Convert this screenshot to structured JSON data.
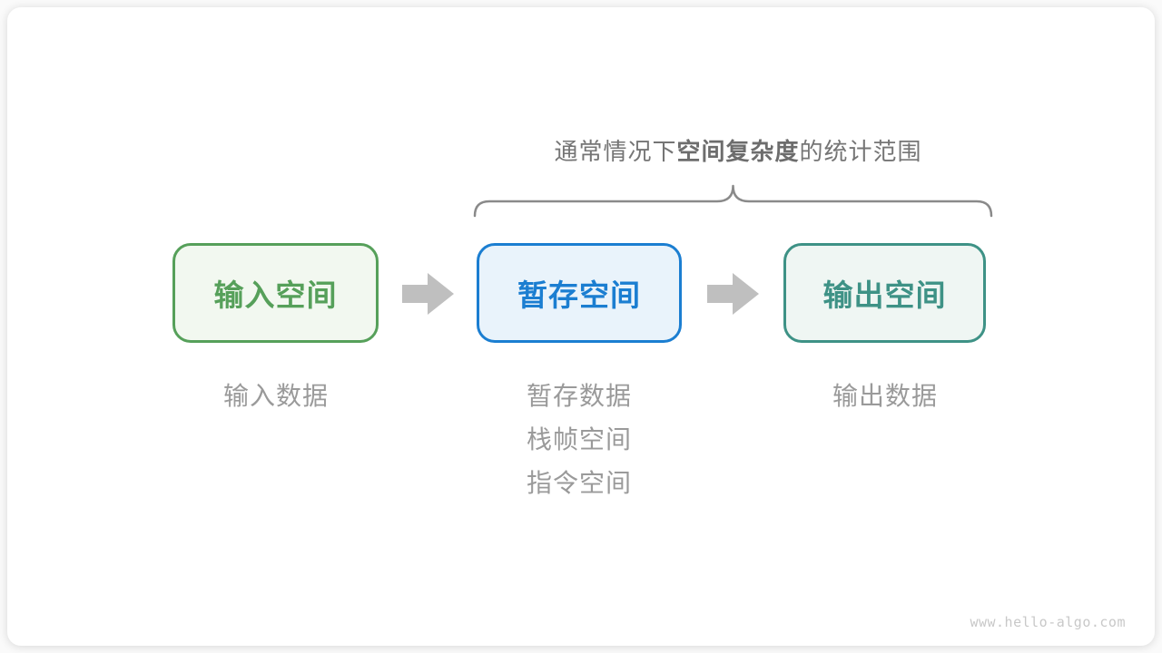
{
  "diagram": {
    "title": {
      "prefix": "通常情况下",
      "bold": "空间复杂度",
      "suffix": "的统计范围"
    },
    "boxes": {
      "input": {
        "label": "输入空间",
        "border_color": "#56a05a",
        "bg_color": "#f2f8f0",
        "text_color": "#56a05a"
      },
      "temp": {
        "label": "暂存空间",
        "border_color": "#1b7ed1",
        "bg_color": "#e9f3fb",
        "text_color": "#1b7ed1"
      },
      "output": {
        "label": "输出空间",
        "border_color": "#3e9286",
        "bg_color": "#eff6f3",
        "text_color": "#3e9286"
      }
    },
    "captions": {
      "input": {
        "line1": "输入数据"
      },
      "temp": {
        "line1": "暂存数据",
        "line2": "栈帧空间",
        "line3": "指令空间"
      },
      "output": {
        "line1": "输出数据"
      }
    },
    "colors": {
      "brace": "#8a8a8a",
      "arrow": "#bfbfbf",
      "title_text": "#757575",
      "caption_text": "#9a9a9a",
      "card_bg": "#ffffff"
    },
    "watermark": "www.hello-algo.com"
  }
}
